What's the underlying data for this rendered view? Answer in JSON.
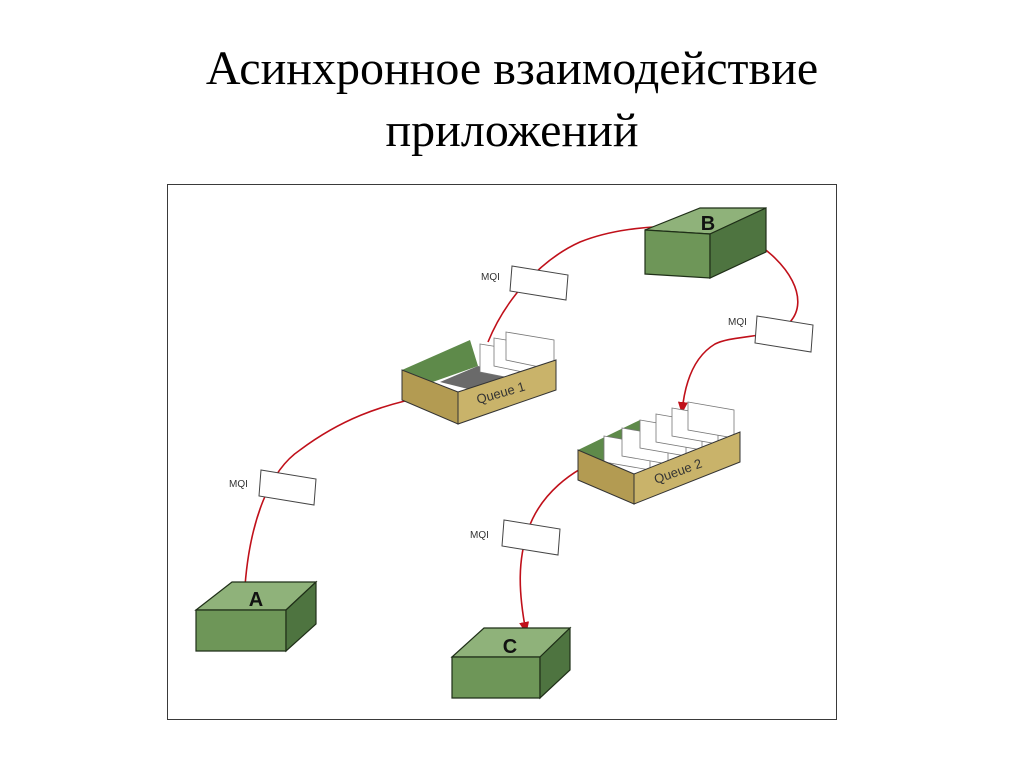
{
  "title": {
    "line1": "Асинхронное взаимодействие",
    "line2": "приложений"
  },
  "diagram": {
    "apps": {
      "a": "A",
      "b": "B",
      "c": "C"
    },
    "queues": {
      "q1": "Queue 1",
      "q2": "Queue 2"
    },
    "mqi": {
      "a_to_q1": "MQI",
      "q1_to_b": "MQI",
      "b_to_q2": "MQI",
      "q2_to_c": "MQI"
    }
  },
  "colors": {
    "box_top": "#8fb27a",
    "box_front": "#6e9658",
    "box_side": "#4e7440",
    "box_edge": "#1f2f18",
    "queue_front": "#c9b36a",
    "queue_side": "#b39b52",
    "queue_inner_green": "#5e8a4a",
    "queue_inner_grey": "#6a6a6a",
    "arrow": "#c0101a"
  }
}
